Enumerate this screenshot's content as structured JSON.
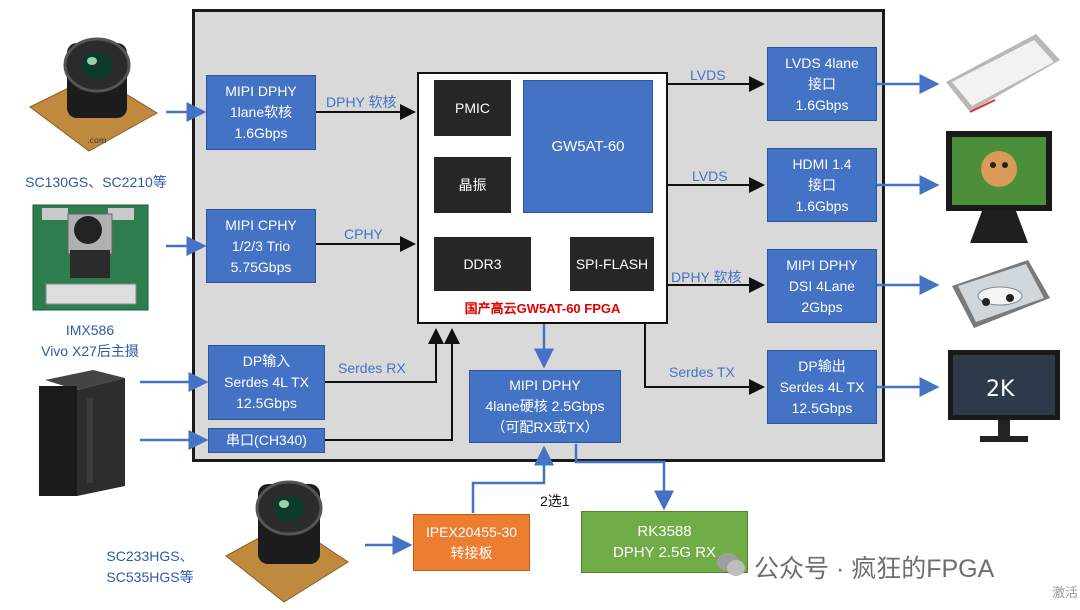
{
  "left_blocks": {
    "dphy_in": [
      "MIPI DPHY",
      "1lane软核",
      "1.6Gbps"
    ],
    "cphy_in": [
      "MIPI CPHY",
      "1/2/3 Trio",
      "5.75Gbps"
    ],
    "dp_in": [
      "DP输入",
      "Serdes 4L TX",
      "12.5Gbps"
    ],
    "uart": "串口(CH340)"
  },
  "right_blocks": {
    "lvds": [
      "LVDS 4lane",
      "接口",
      "1.6Gbps"
    ],
    "hdmi": [
      "HDMI 1.4",
      "接口",
      "1.6Gbps"
    ],
    "dsi": [
      "MIPI DPHY",
      "DSI 4Lane",
      "2Gbps"
    ],
    "dp_out": [
      "DP输出",
      "Serdes 4L TX",
      "12.5Gbps"
    ]
  },
  "fpga": {
    "chip": "GW5AT-60",
    "pmic": "PMIC",
    "crystal": "晶振",
    "ddr": "DDR3",
    "flash": "SPI-FLASH",
    "caption": "国产高云GW5AT-60 FPGA"
  },
  "hard_dphy": [
    "MIPI DPHY",
    "4lane硬核 2.5Gbps",
    "（可配RX或TX）"
  ],
  "ipex": [
    "IPEX20455-30",
    "转接板"
  ],
  "rk": [
    "RK3588",
    "DPHY 2.5G RX"
  ],
  "select_label": "2选1",
  "link_labels": {
    "dphy_soft": "DPHY 软核",
    "cphy": "CPHY",
    "serdes_rx": "Serdes RX",
    "lvds1": "LVDS",
    "lvds2": "LVDS",
    "dphy_soft_out": "DPHY 软核",
    "serdes_tx": "Serdes TX"
  },
  "captions": {
    "cam1": "SC130GS、SC2210等",
    "cam2_line1": "IMX586",
    "cam2_line2": "Vivo X27后主摄",
    "cam3_line1": "SC233HGS、",
    "cam3_line2": "SC535HGS等"
  },
  "watermark": "公众号 · 疯狂的FPGA",
  "corner_text": "激活",
  "colors": {
    "block_blue": "#4472c4",
    "board_gray": "#d9d9d9",
    "chip_black": "#262626",
    "ipex_orange": "#ed7d31",
    "rk_green": "#70ad47",
    "caption_red": "#e00000"
  }
}
